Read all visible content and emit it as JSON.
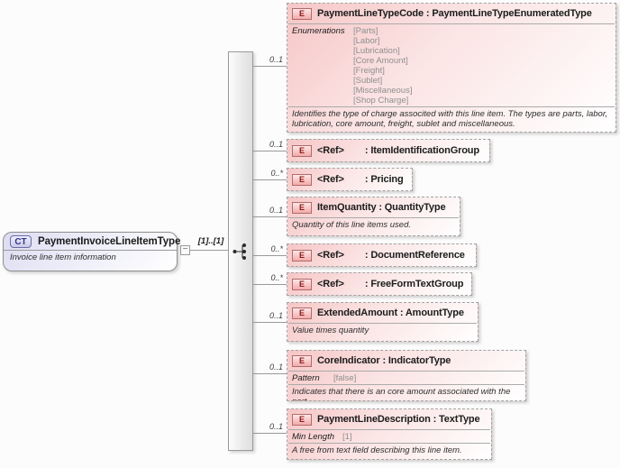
{
  "diagram": {
    "colon": ":",
    "expander_glyph": "+",
    "root": {
      "badge": "CT",
      "name": "PaymentInvoiceLineItemType",
      "annotation": "Invoice line item information",
      "collapse_glyph": "−",
      "cardinality_to_group": "[1]..[1]"
    },
    "group": {
      "kind": "sequence"
    },
    "elements": [
      {
        "badge": "E",
        "name": "PaymentLineTypeCode",
        "type": "PaymentLineTypeEnumeratedType",
        "cardinality": "0..1",
        "facet_label": "Enumerations",
        "facet_values": [
          "[Parts]",
          "[Labor]",
          "[Lubrication]",
          "[Core Amount]",
          "[Freight]",
          "[Sublet]",
          "[Miscellaneous]",
          "[Shop Charge]"
        ],
        "annotation": "Identifies the type of charge associted with this line item. The types are parts, labor, lubrication, core amount, freight, sublet and miscellaneous."
      },
      {
        "badge": "E",
        "name": "<Ref>",
        "type": "ItemIdentificationGroup",
        "cardinality": "0..1"
      },
      {
        "badge": "E",
        "name": "<Ref>",
        "type": "Pricing",
        "cardinality": "0..*"
      },
      {
        "badge": "E",
        "name": "ItemQuantity",
        "type": "QuantityType",
        "cardinality": "0..1",
        "annotation": "Quantity of this line items used."
      },
      {
        "badge": "E",
        "name": "<Ref>",
        "type": "DocumentReference",
        "cardinality": "0..*"
      },
      {
        "badge": "E",
        "name": "<Ref>",
        "type": "FreeFormTextGroup",
        "cardinality": "0..*"
      },
      {
        "badge": "E",
        "name": "ExtendedAmount",
        "type": "AmountType",
        "cardinality": "0..1",
        "annotation": "Value times quantity"
      },
      {
        "badge": "E",
        "name": "CoreIndicator",
        "type": "IndicatorType",
        "cardinality": "0..1",
        "facet_label": "Pattern",
        "facet_value": "[false]",
        "annotation": "Indicates that there is an core amount associated with the part."
      },
      {
        "badge": "E",
        "name": "PaymentLineDescription",
        "type": "TextType",
        "cardinality": "0..1",
        "facet_label": "Min Length",
        "facet_value": "[1]",
        "annotation": "A free from text field describing this line item."
      }
    ]
  }
}
